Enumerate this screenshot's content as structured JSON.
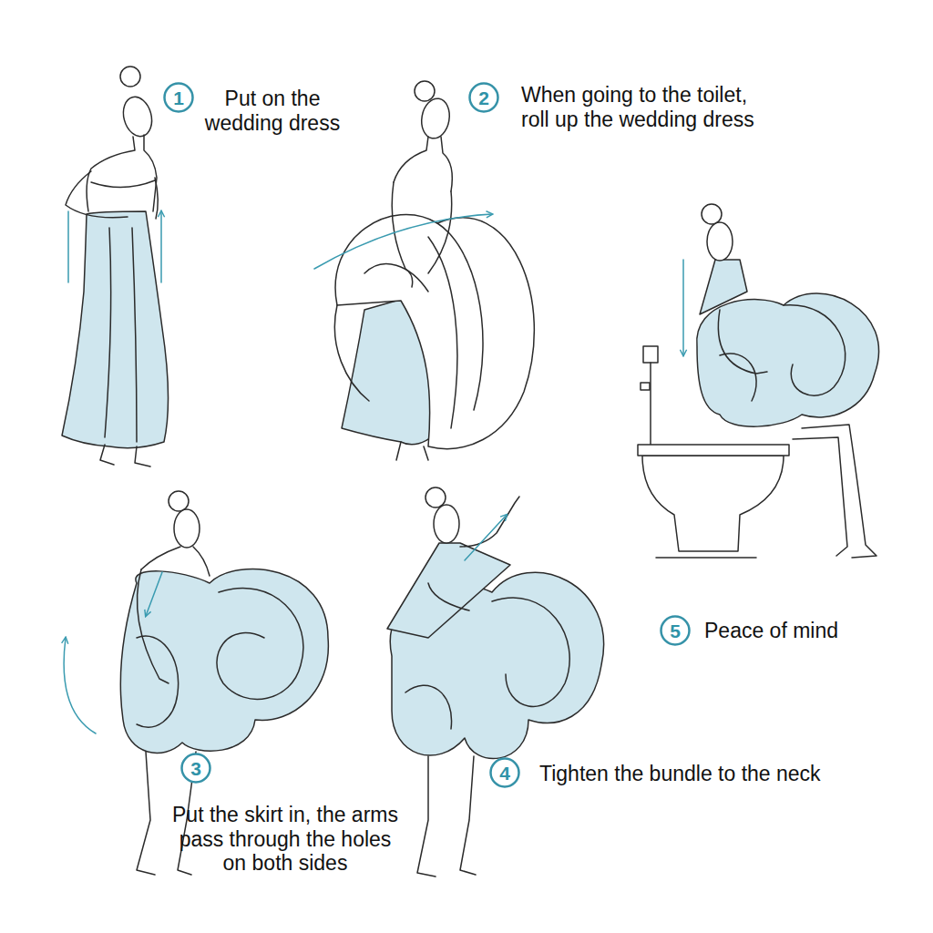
{
  "diagram": {
    "nodes": [
      {
        "text": [
          "1"
        ]
      },
      {
        "text": [
          "2"
        ]
      },
      {
        "text": [
          "3"
        ]
      },
      {
        "text": [
          "4"
        ]
      },
      {
        "text": [
          "5"
        ]
      }
    ],
    "labels": [
      "Put on the wedding dress",
      "When going to the toilet, roll up the wedding dress",
      "Put the skirt in, the arms pass through the holes on both sides",
      "Tighten the bundle to the neck",
      "Peace of mind"
    ]
  }
}
